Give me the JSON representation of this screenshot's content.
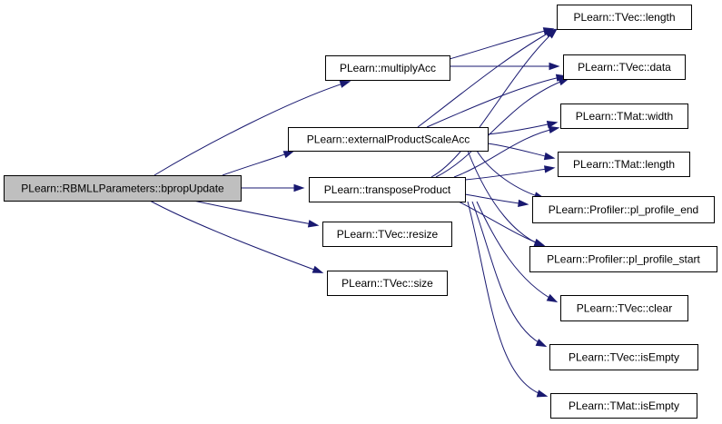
{
  "nodes": [
    {
      "id": "root",
      "label": "PLearn::RBMLLParameters::bpropUpdate",
      "root": true
    },
    {
      "id": "multiplyAcc",
      "label": "PLearn::multiplyAcc"
    },
    {
      "id": "externalProductScaleAcc",
      "label": "PLearn::externalProductScaleAcc"
    },
    {
      "id": "transposeProduct",
      "label": "PLearn::transposeProduct"
    },
    {
      "id": "tvec_resize",
      "label": "PLearn::TVec::resize"
    },
    {
      "id": "tvec_size",
      "label": "PLearn::TVec::size"
    },
    {
      "id": "tvec_length",
      "label": "PLearn::TVec::length"
    },
    {
      "id": "tvec_data",
      "label": "PLearn::TVec::data"
    },
    {
      "id": "tmat_width",
      "label": "PLearn::TMat::width"
    },
    {
      "id": "tmat_length",
      "label": "PLearn::TMat::length"
    },
    {
      "id": "profile_end",
      "label": "PLearn::Profiler::pl_profile_end"
    },
    {
      "id": "profile_start",
      "label": "PLearn::Profiler::pl_profile_start"
    },
    {
      "id": "tvec_clear",
      "label": "PLearn::TVec::clear"
    },
    {
      "id": "tvec_isEmpty",
      "label": "PLearn::TVec::isEmpty"
    },
    {
      "id": "tmat_isEmpty",
      "label": "PLearn::TMat::isEmpty"
    }
  ],
  "edges": [
    {
      "from": "root",
      "to": "multiplyAcc"
    },
    {
      "from": "root",
      "to": "externalProductScaleAcc"
    },
    {
      "from": "root",
      "to": "transposeProduct"
    },
    {
      "from": "root",
      "to": "tvec_resize"
    },
    {
      "from": "root",
      "to": "tvec_size"
    },
    {
      "from": "multiplyAcc",
      "to": "tvec_length"
    },
    {
      "from": "multiplyAcc",
      "to": "tvec_data"
    },
    {
      "from": "externalProductScaleAcc",
      "to": "tvec_length"
    },
    {
      "from": "externalProductScaleAcc",
      "to": "tvec_data"
    },
    {
      "from": "externalProductScaleAcc",
      "to": "tmat_width"
    },
    {
      "from": "externalProductScaleAcc",
      "to": "tmat_length"
    },
    {
      "from": "externalProductScaleAcc",
      "to": "profile_end"
    },
    {
      "from": "externalProductScaleAcc",
      "to": "profile_start"
    },
    {
      "from": "transposeProduct",
      "to": "tvec_length"
    },
    {
      "from": "transposeProduct",
      "to": "tvec_data"
    },
    {
      "from": "transposeProduct",
      "to": "tmat_width"
    },
    {
      "from": "transposeProduct",
      "to": "tmat_length"
    },
    {
      "from": "transposeProduct",
      "to": "profile_end"
    },
    {
      "from": "transposeProduct",
      "to": "profile_start"
    },
    {
      "from": "transposeProduct",
      "to": "tvec_clear"
    },
    {
      "from": "transposeProduct",
      "to": "tvec_isEmpty"
    },
    {
      "from": "transposeProduct",
      "to": "tmat_isEmpty"
    }
  ],
  "colors": {
    "edge": "#191970",
    "root_fill": "#bfbfbf",
    "node_fill": "#ffffff",
    "node_border": "#000000"
  }
}
